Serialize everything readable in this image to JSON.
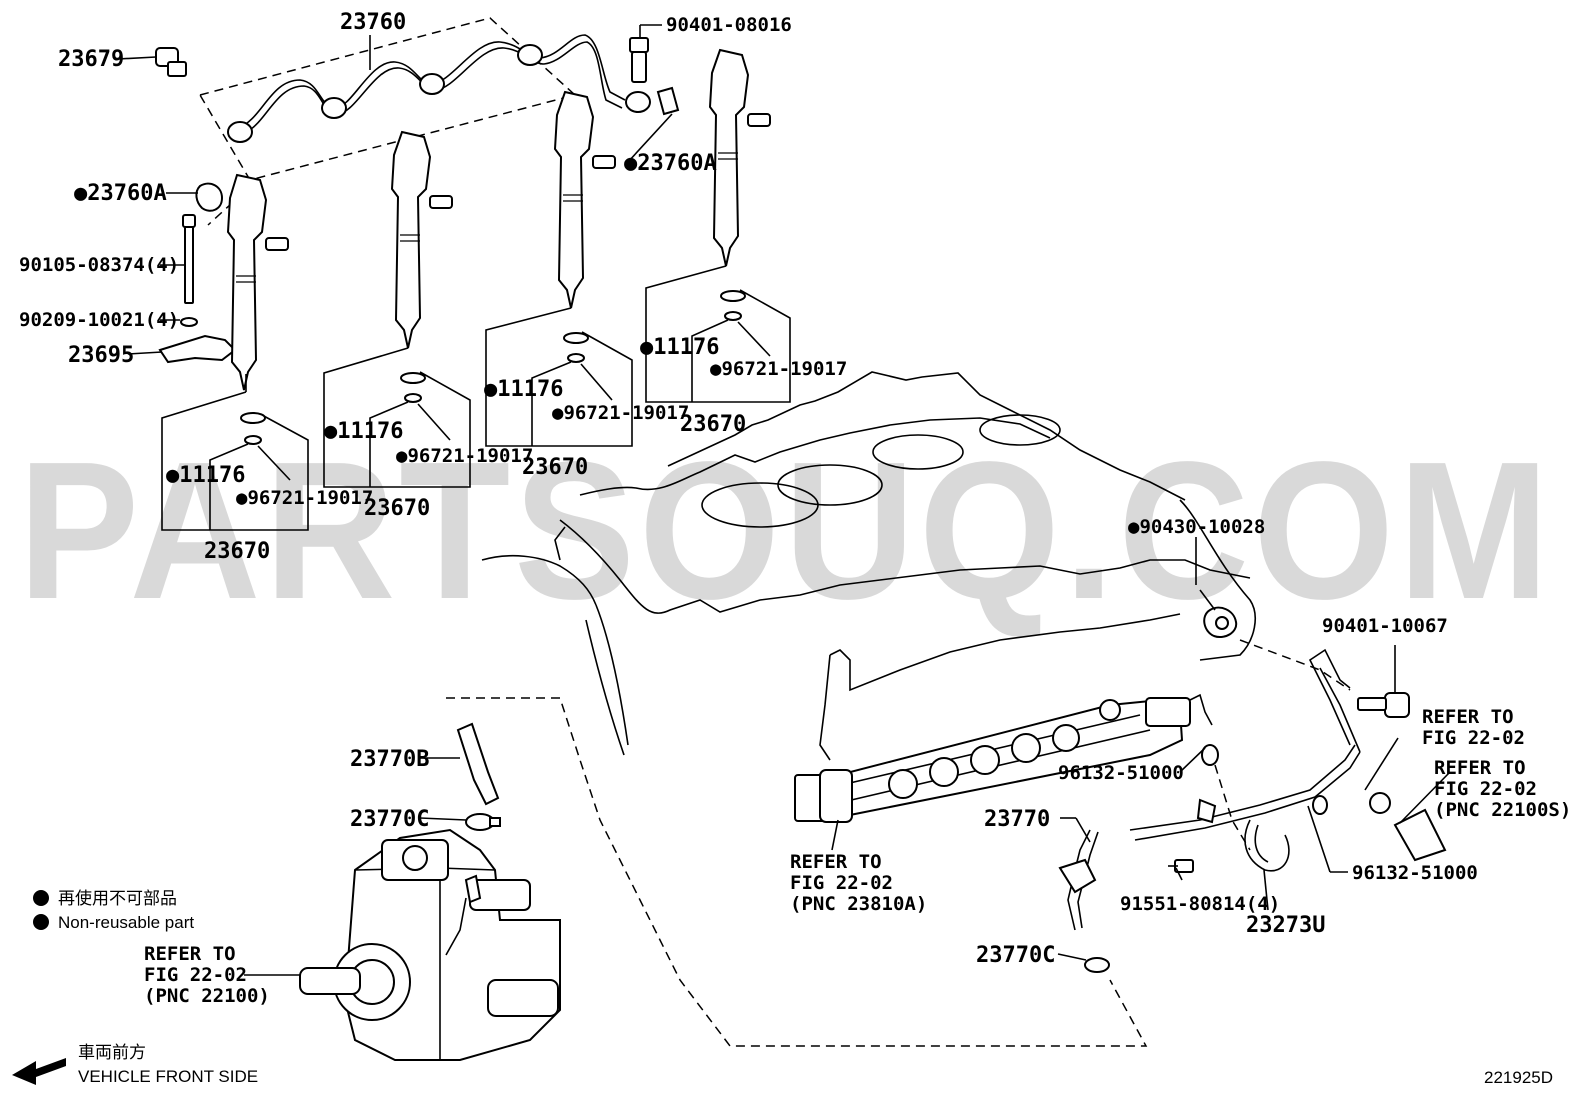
{
  "watermark": "PARTSOUQ.COM",
  "figure_id": "221925D",
  "legend": {
    "japanese": "再使用不可部品",
    "english": "Non-reusable part"
  },
  "front": {
    "japanese": "車両前方",
    "english": "VEHICLE FRONT SIDE"
  },
  "labels": {
    "p23760": "23760",
    "p23679": "23679",
    "p90401_08016": "90401-08016",
    "p23760A_left": "●23760A",
    "p23760A_right": "●23760A",
    "p90105": "90105-08374(4)",
    "p90209": "90209-10021(4)",
    "p23695": "23695",
    "inj1_11176": "●11176",
    "inj1_96721": "●96721-19017",
    "inj1_23670": "23670",
    "inj2_11176": "●11176",
    "inj2_96721": "●96721-19017",
    "inj2_23670": "23670",
    "inj3_11176": "●11176",
    "inj3_96721": "●96721-19017",
    "inj3_23670": "23670",
    "inj4_11176": "●11176",
    "inj4_96721": "●96721-19017",
    "inj4_23670": "23670",
    "p90430": "●90430-10028",
    "p90401_10067": "90401-10067",
    "p23770B": "23770B",
    "p23770C_top": "23770C",
    "p23770C_bottom": "23770C",
    "p23770": "23770",
    "p96132_a": "96132-51000",
    "p96132_b": "96132-51000",
    "p91551": "91551-80814(4)",
    "p23273U": "23273U"
  },
  "refers": {
    "rail": [
      "REFER TO",
      "FIG 22-02",
      "(PNC 23810A)"
    ],
    "pump": [
      "REFER TO",
      "FIG 22-02",
      "(PNC 22100)"
    ],
    "right1": [
      "REFER TO",
      "FIG 22-02"
    ],
    "right2": [
      "REFER TO",
      "FIG 22-02",
      "(PNC 22100S)"
    ]
  }
}
